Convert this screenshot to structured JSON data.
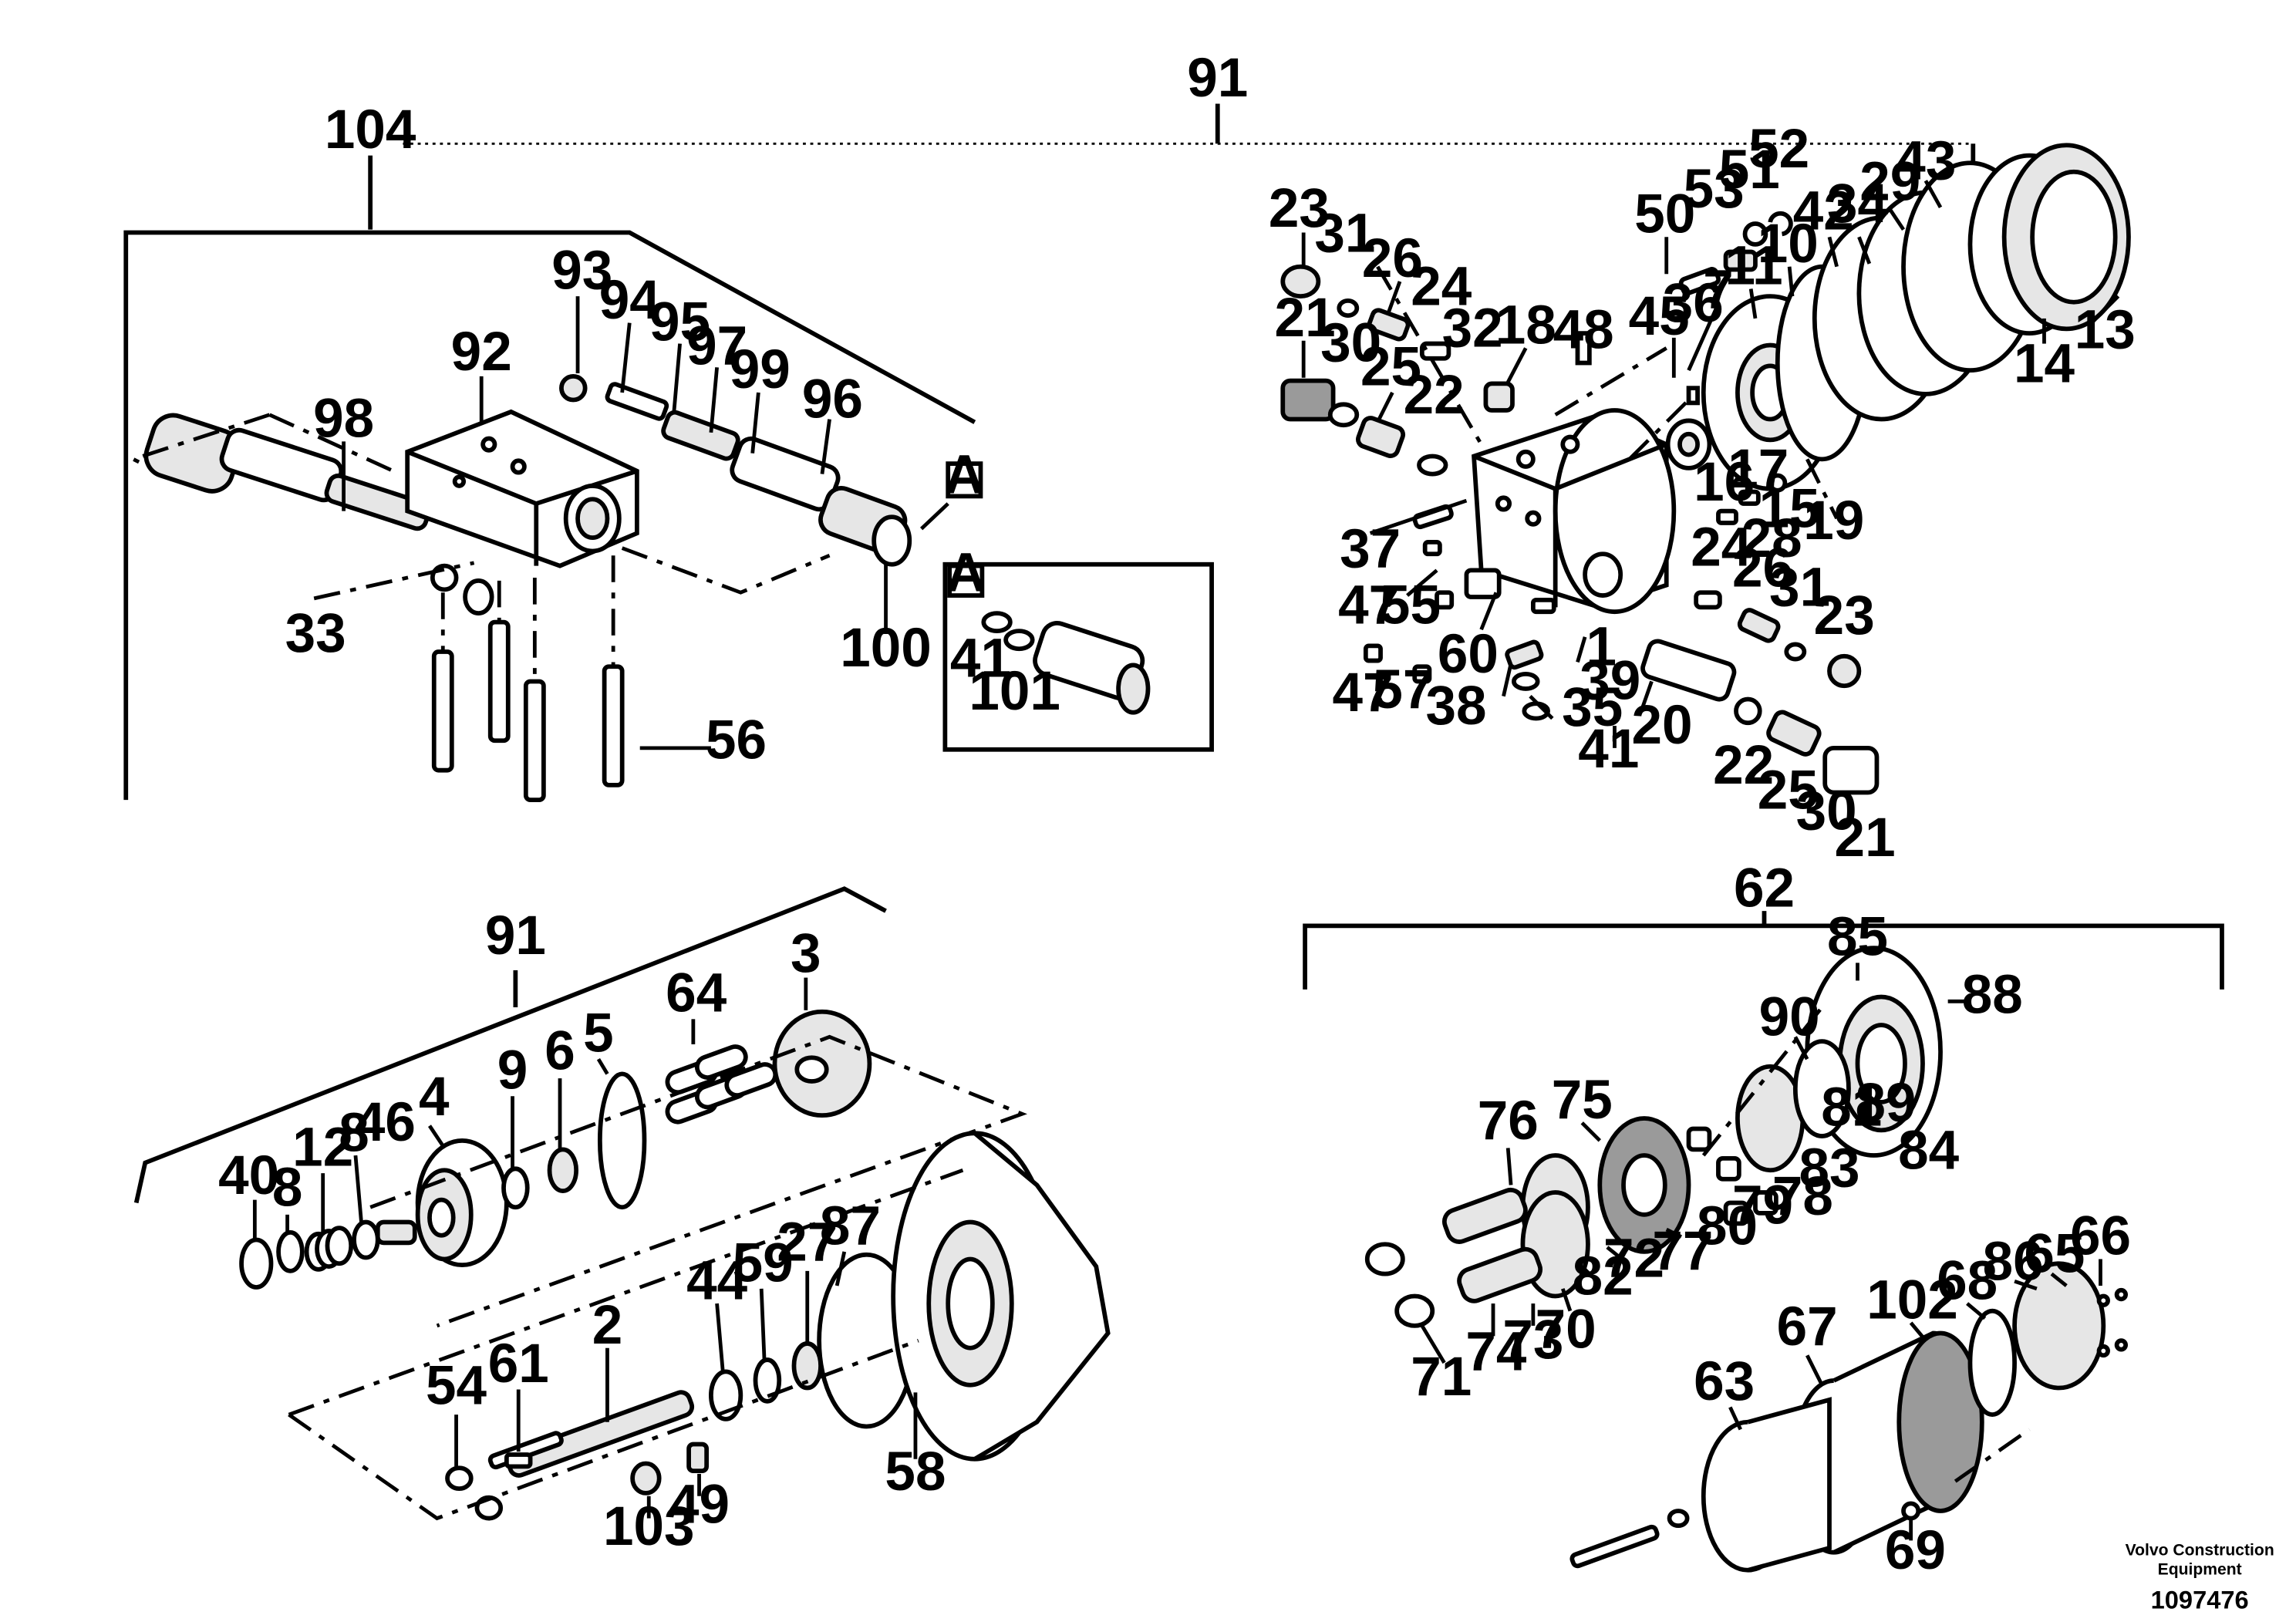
{
  "callouts": {
    "c104": "104",
    "c91a": "91",
    "c91b": "91",
    "c62": "62",
    "c93": "93",
    "c94": "94",
    "c92": "92",
    "c95": "95",
    "c97": "97",
    "c99": "99",
    "c96": "96",
    "c98": "98",
    "c33": "33",
    "c56": "56",
    "c100": "100",
    "cA1": "A",
    "cA2": "A",
    "c41a": "41",
    "c101": "101",
    "c23a": "23",
    "c31a": "31",
    "c26a": "26",
    "c24a": "24",
    "c21a": "21",
    "c30a": "30",
    "c25a": "25",
    "c22a": "22",
    "c32": "32",
    "c18": "18",
    "c48": "48",
    "c50": "50",
    "c53": "53",
    "c51": "51",
    "c52": "52",
    "c45": "45",
    "c36": "36",
    "c7": "7",
    "c11": "11",
    "c10": "10",
    "c42": "42",
    "c34": "34",
    "c29": "29",
    "c43": "43",
    "c13": "13",
    "c14": "14",
    "c37": "37",
    "c16": "16",
    "c17": "17",
    "c15": "15",
    "c19": "19",
    "c28": "28",
    "c47a": "47",
    "c55": "55",
    "c47b": "47",
    "c57": "57",
    "c60": "60",
    "c38": "38",
    "c1": "1",
    "c39": "39",
    "c35": "35",
    "c41b": "41",
    "c20": "20",
    "c24b": "24",
    "c26b": "26",
    "c31b": "31",
    "c23b": "23",
    "c22b": "22",
    "c25b": "25",
    "c30b": "30",
    "c21b": "21",
    "c3": "3",
    "c64": "64",
    "c5": "5",
    "c6": "6",
    "c9": "9",
    "c4": "4",
    "c46": "46",
    "c8": "8",
    "c12": "12",
    "c8b": "8",
    "c40": "40",
    "c87": "87",
    "c27": "27",
    "c59": "59",
    "c44": "44",
    "c2": "2",
    "c61": "61",
    "c54": "54",
    "c103": "103",
    "c49": "49",
    "c58": "58",
    "c85": "85",
    "c88": "88",
    "c90": "90",
    "c75": "75",
    "c76": "76",
    "c81": "81",
    "c89": "89",
    "c84": "84",
    "c83": "83",
    "c78": "78",
    "c80": "80",
    "c79": "79",
    "c77": "77",
    "c72": "72",
    "c82": "82",
    "c70": "70",
    "c73": "73",
    "c74": "74",
    "c71": "71",
    "c66": "66",
    "c65": "65",
    "c86": "86",
    "c68": "68",
    "c102": "102",
    "c67": "67",
    "c63": "63",
    "c69": "69"
  },
  "footer": {
    "brand_line1": "Volvo Construction",
    "brand_line2": "Equipment",
    "drawing_number": "1097476"
  }
}
